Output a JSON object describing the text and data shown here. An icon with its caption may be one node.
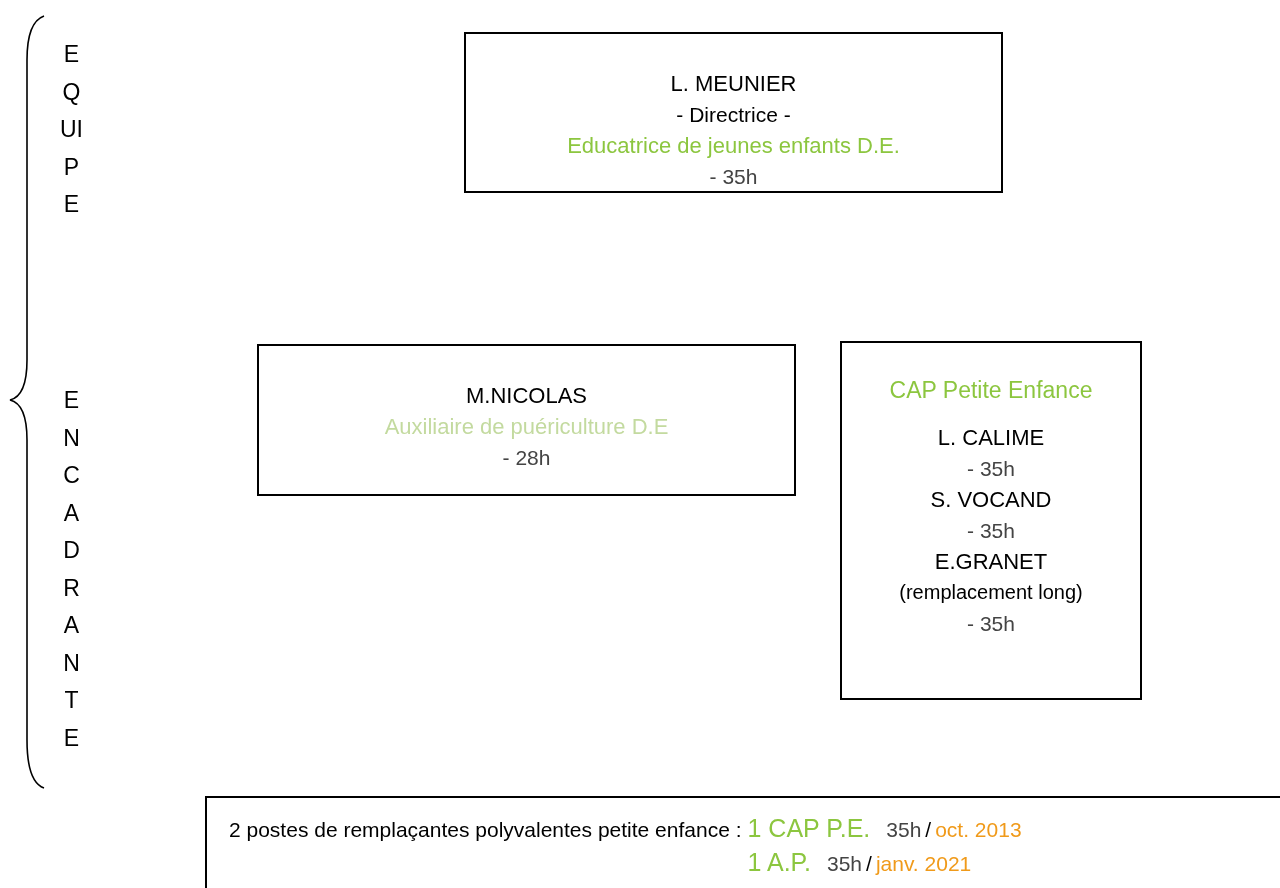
{
  "diagram": {
    "nodes": [
      {
        "text": [
          "L. MEUNIER",
          "- Directrice -",
          "Educatrice de jeunes enfants D.E.",
          "- 35h"
        ]
      },
      {
        "text": [
          "M.NICOLAS",
          "Auxiliaire de puériculture D.E",
          "- 28h"
        ]
      },
      {
        "text": [
          "CAP Petite Enfance",
          "L. CALIME",
          "- 35h",
          "S. VOCAND",
          "- 35h",
          "E.GRANET",
          "(remplacement long)",
          "- 35h"
        ]
      },
      {
        "text": [
          "2 postes de remplaçantes polyvalentes petite enfance :",
          "1 CAP P.E.",
          "35h",
          "/",
          "oct. 2013",
          "1 A.P.",
          "35h",
          "/",
          "janv. 2021"
        ]
      }
    ],
    "labels": [
      "EQUIPE",
      "ENCADRANTE"
    ]
  }
}
